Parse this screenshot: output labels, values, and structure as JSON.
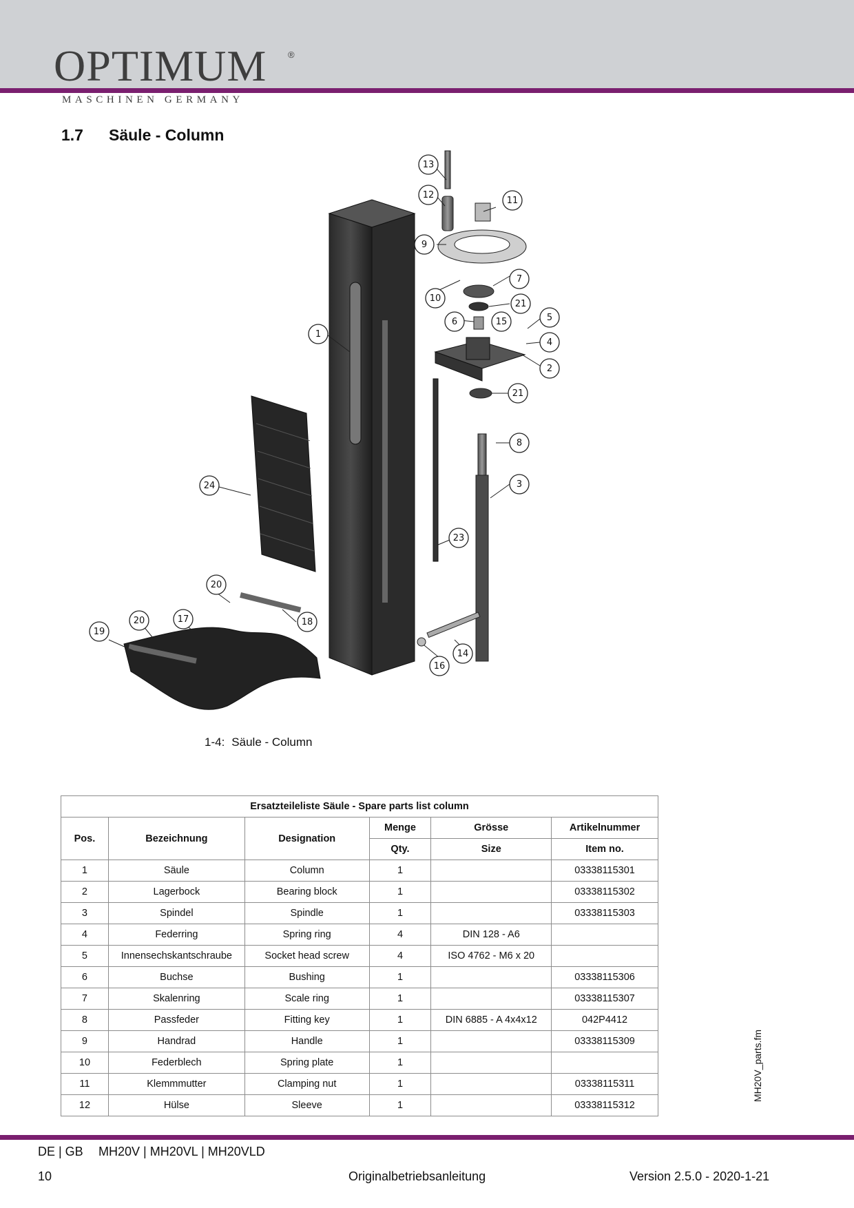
{
  "header": {
    "logo_text": "OPTIMUM",
    "logo_reg": "®",
    "logo_sub": "MASCHINEN GERMANY"
  },
  "section": {
    "number": "1.7",
    "title": "Säule - Column"
  },
  "figure": {
    "caption_label": "1-4:",
    "caption_text": "Säule - Column",
    "callouts": [
      "13",
      "12",
      "11",
      "9",
      "7",
      "10",
      "21",
      "6",
      "15",
      "5",
      "4",
      "1",
      "2",
      "21",
      "8",
      "24",
      "3",
      "23",
      "20",
      "20",
      "17",
      "19",
      "18",
      "14",
      "16"
    ]
  },
  "table": {
    "title": "Ersatzteileliste Säule - Spare parts list column",
    "headers": {
      "pos": "Pos.",
      "bezeichnung": "Bezeichnung",
      "designation": "Designation",
      "menge": "Menge",
      "qty": "Qty.",
      "groesse": "Grösse",
      "size": "Size",
      "artikel": "Artikelnummer",
      "item": "Item no."
    },
    "rows": [
      [
        "1",
        "Säule",
        "Column",
        "1",
        "",
        "03338115301"
      ],
      [
        "2",
        "Lagerbock",
        "Bearing block",
        "1",
        "",
        "03338115302"
      ],
      [
        "3",
        "Spindel",
        "Spindle",
        "1",
        "",
        "03338115303"
      ],
      [
        "4",
        "Federring",
        "Spring ring",
        "4",
        "DIN 128 - A6",
        ""
      ],
      [
        "5",
        "Innensechskantschraube",
        "Socket head screw",
        "4",
        "ISO 4762 - M6 x 20",
        ""
      ],
      [
        "6",
        "Buchse",
        "Bushing",
        "1",
        "",
        "03338115306"
      ],
      [
        "7",
        "Skalenring",
        "Scale ring",
        "1",
        "",
        "03338115307"
      ],
      [
        "8",
        "Passfeder",
        "Fitting key",
        "1",
        "DIN 6885 - A 4x4x12",
        "042P4412"
      ],
      [
        "9",
        "Handrad",
        "Handle",
        "1",
        "",
        "03338115309"
      ],
      [
        "10",
        "Federblech",
        "Spring plate",
        "1",
        "",
        ""
      ],
      [
        "11",
        "Klemmmutter",
        "Clamping nut",
        "1",
        "",
        "03338115311"
      ],
      [
        "12",
        "Hülse",
        "Sleeve",
        "1",
        "",
        "03338115312"
      ]
    ]
  },
  "side_note": "MH20V_parts.fm",
  "footer": {
    "lang": "DE | GB",
    "models": "MH20V | MH20VL | MH20VLD",
    "page": "10",
    "doc": "Originalbetriebsanleitung",
    "version": "Version 2.5.0 - 2020-1-21"
  }
}
